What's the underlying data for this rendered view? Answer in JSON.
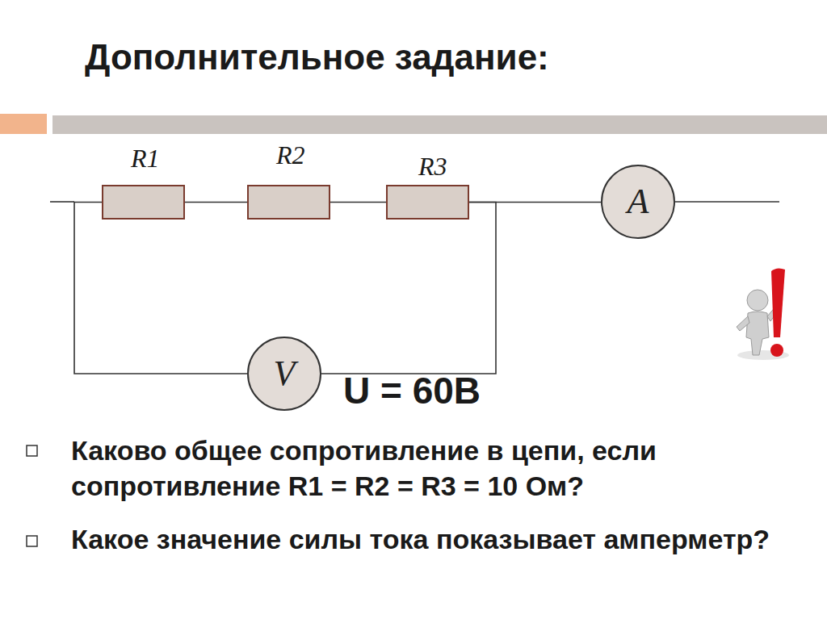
{
  "diagram": {
    "title": "Дополнительное задание:",
    "nodes": [
      {
        "text": [
          "R1"
        ]
      },
      {
        "text": [
          "R2"
        ]
      },
      {
        "text": [
          "R3"
        ]
      },
      {
        "text": [
          "A"
        ]
      },
      {
        "text": [
          "V"
        ]
      }
    ],
    "edges": [
      {
        "from": 0,
        "to": 1,
        "arrow": "none"
      },
      {
        "from": 1,
        "to": 2,
        "arrow": "none"
      },
      {
        "from": 2,
        "to": 3,
        "arrow": "none"
      },
      {
        "from": 4,
        "to": 0,
        "arrow": "none"
      },
      {
        "from": 4,
        "to": 2,
        "arrow": "none"
      }
    ],
    "labels": [
      "U = 60В",
      "Каково общее сопротивление в цепи, если сопротивление R1 = R2 = R3 = 10 Ом?",
      "Какое значение силы тока показывает амперметр?"
    ]
  }
}
